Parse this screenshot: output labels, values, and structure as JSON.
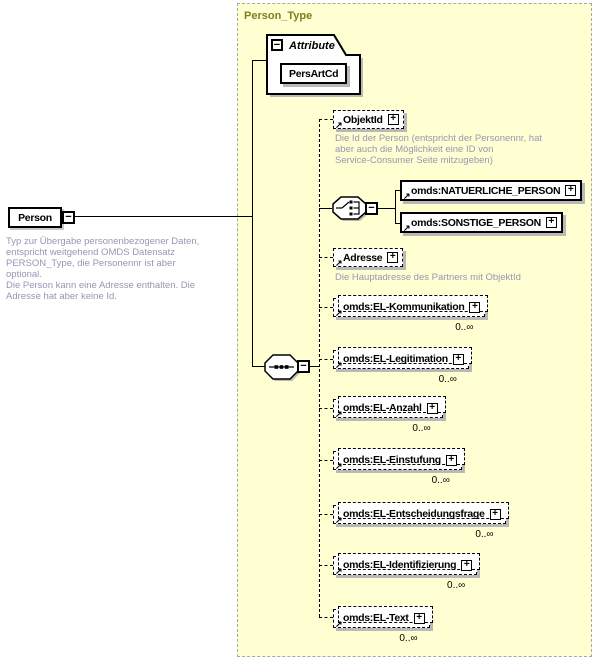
{
  "container": {
    "title": "Person_Type"
  },
  "person": {
    "label": "Person",
    "annotation": "Typ zur Übergabe personenbezogener Daten,\nentspricht weitgehend OMDS Datensatz\nPERSON_Type, die Personennr ist aber optional.\nDie Person kann eine Adresse enthalten. Die\nAdresse hat aber keine Id."
  },
  "attributes": {
    "section_label": "Attribute",
    "items": [
      {
        "name": "PersArtCd"
      }
    ]
  },
  "children": {
    "objektid": {
      "label": "ObjektId",
      "annotation": "Die Id der Person (entspricht der Personennr, hat\naber auch die Möglichkeit eine ID von\nService-Consumer Seite mitzugeben)"
    },
    "natuerliche_person": {
      "label": "omds:NATUERLICHE_PERSON"
    },
    "sonstige_person": {
      "label": "omds:SONSTIGE_PERSON"
    },
    "adresse": {
      "label": "Adresse",
      "annotation": "Die Hauptadresse des Partners mit ObjektId"
    },
    "el_kommunikation": {
      "label": "omds:EL-Kommunikation",
      "occurrence": "0..∞"
    },
    "el_legitimation": {
      "label": "omds:EL-Legitimation",
      "occurrence": "0..∞"
    },
    "el_anzahl": {
      "label": "omds:EL-Anzahl",
      "occurrence": "0..∞"
    },
    "el_einstufung": {
      "label": "omds:EL-Einstufung",
      "occurrence": "0..∞"
    },
    "el_entscheidungsfrage": {
      "label": "omds:EL-Entscheidungsfrage",
      "occurrence": "0..∞"
    },
    "el_identifizierung": {
      "label": "omds:EL-Identifizierung",
      "occurrence": "0..∞"
    },
    "el_text": {
      "label": "omds:EL-Text",
      "occurrence": "0..∞"
    }
  },
  "icons": {
    "plus": "+",
    "minus": "−",
    "reference_arrow": "↗"
  },
  "colors": {
    "container_bg": "#ffffd2",
    "container_border": "#a8a8a8",
    "container_title": "#7d7d21",
    "annotation_text": "#9696b4",
    "node_shadow": "#b9b9b9",
    "line": "#000000"
  }
}
